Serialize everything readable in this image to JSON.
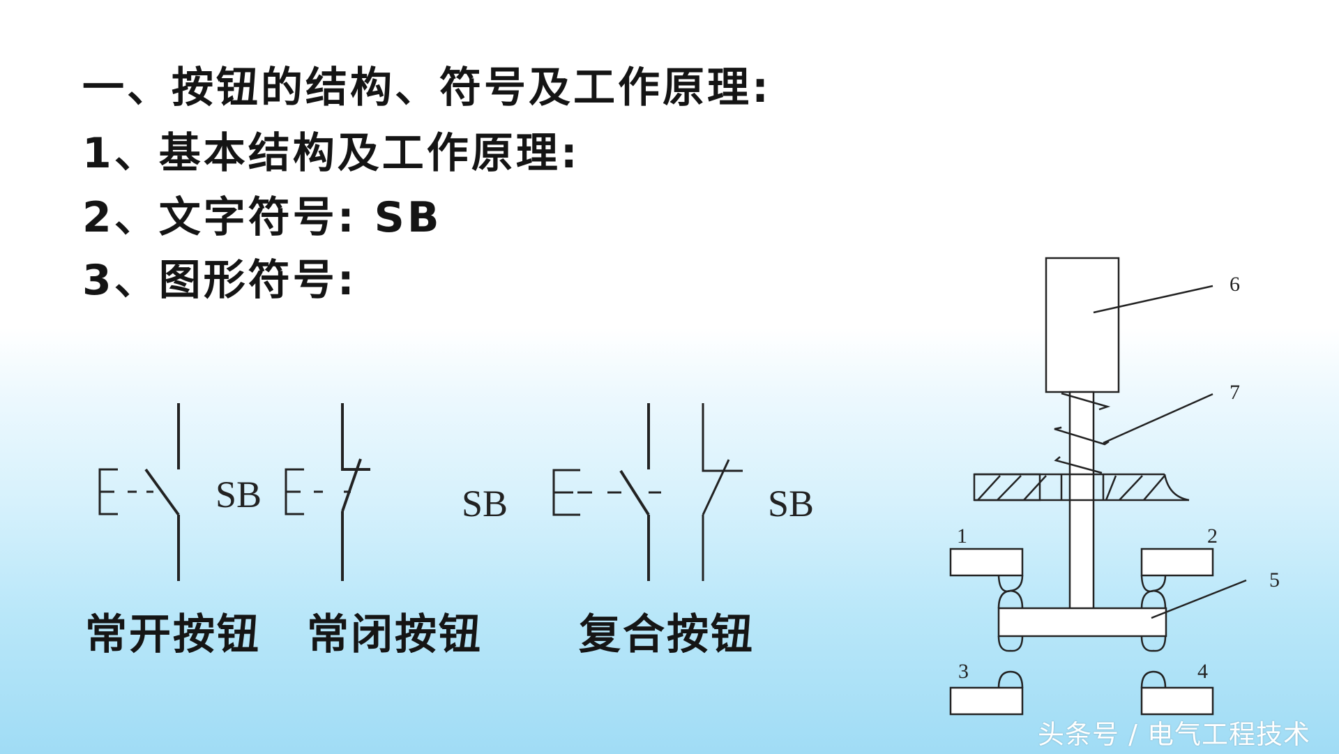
{
  "slide": {
    "title": "一、按钮的结构、符号及工作原理:",
    "items": [
      {
        "label": "1、基本结构及工作原理:"
      },
      {
        "label": "2、文字符号: SB"
      },
      {
        "label": "3、图形符号:"
      }
    ]
  },
  "symbols": [
    {
      "name": "常开按钮",
      "code": "SB",
      "type": "normally-open"
    },
    {
      "name": "常闭按钮",
      "code": "SB",
      "type": "normally-closed"
    },
    {
      "name": "复合按钮",
      "code": "SB",
      "type": "compound"
    }
  ],
  "structure_diagram": {
    "part_labels": [
      "1",
      "2",
      "3",
      "4",
      "5",
      "6",
      "7"
    ]
  },
  "watermark": "头条号 / 电气工程技术",
  "colors": {
    "text": "#141414",
    "line": "#222222",
    "background_top": "#ffffff",
    "background_bottom": "#a0dcf5"
  }
}
